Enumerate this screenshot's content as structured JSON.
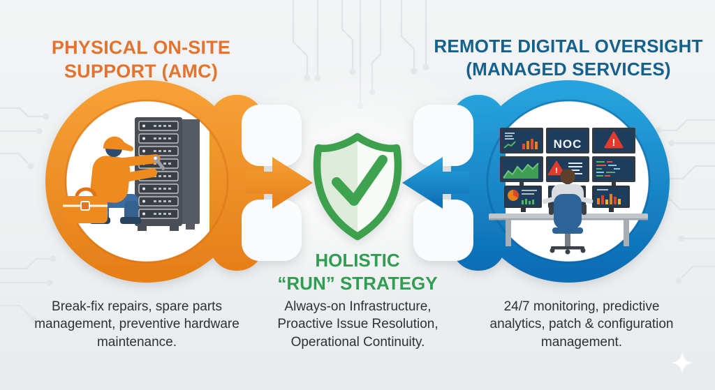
{
  "left": {
    "title_line1": "PHYSICAL ON-SITE",
    "title_line2": "SUPPORT (AMC)",
    "description": "Break-fix repairs, spare parts management, preventive hardware maintenance.",
    "accent_color": "#EF8A1F",
    "title_color": "#E4732E"
  },
  "center": {
    "title_line1": "HOLISTIC",
    "title_line2": "“RUN” STRATEGY",
    "description": "Always-on Infrastructure, Proactive Issue Resolution, Operational Continuity.",
    "accent_color": "#3CA04E",
    "title_color": "#2F9E50"
  },
  "right": {
    "title_line1": "REMOTE DIGITAL OVERSIGHT",
    "title_line2": "(MANAGED SERVICES)",
    "description": "24/7 monitoring, predictive analytics, patch & configuration management.",
    "accent_color": "#1487C6",
    "title_color": "#15618E",
    "noc_screen_label": "NOC",
    "alert_glyph": "!"
  }
}
